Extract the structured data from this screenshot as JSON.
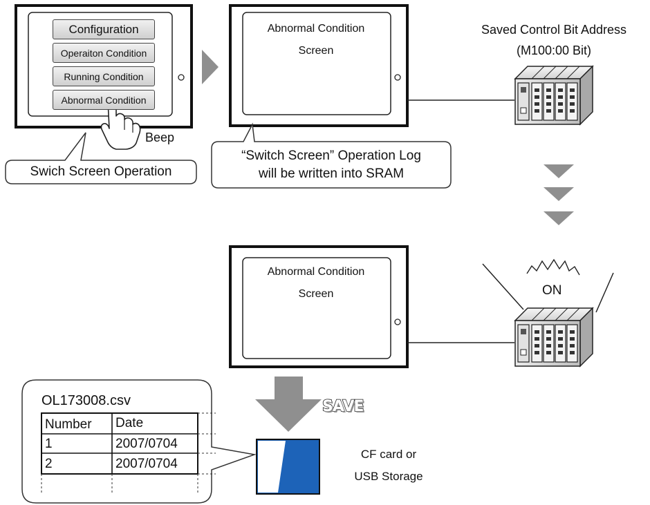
{
  "panel_top_left": {
    "buttons": [
      "Configuration",
      "Operaiton Condition",
      "Running Condition",
      "Abnormal Condition"
    ],
    "beep_label": "Beep",
    "callout": "Swich Screen Operation"
  },
  "panel_top_middle": {
    "screen_title": "Abnormal Condition",
    "screen_subtitle": "Screen",
    "callout_line1": "“Switch Screen” Operation Log",
    "callout_line2": "will be written into SRAM"
  },
  "plc_top": {
    "label_line1": "Saved Control Bit Address",
    "label_line2": "(M100:00 Bit)"
  },
  "panel_bottom": {
    "screen_title": "Abnormal Condition",
    "screen_subtitle": "Screen"
  },
  "plc_bottom": {
    "on_label": "ON"
  },
  "save_label": "SAVE",
  "storage_label_line1": "CF card or",
  "storage_label_line2": "USB Storage",
  "csv": {
    "filename": "OL173008.csv",
    "headers": [
      "Number",
      "Date"
    ],
    "rows": [
      [
        "1",
        "2007/0704"
      ],
      [
        "2",
        "2007/0704"
      ]
    ]
  },
  "colors": {
    "accent_blue": "#1d63b8",
    "arrow_gray": "#8f8f8f",
    "outline": "#222222"
  }
}
